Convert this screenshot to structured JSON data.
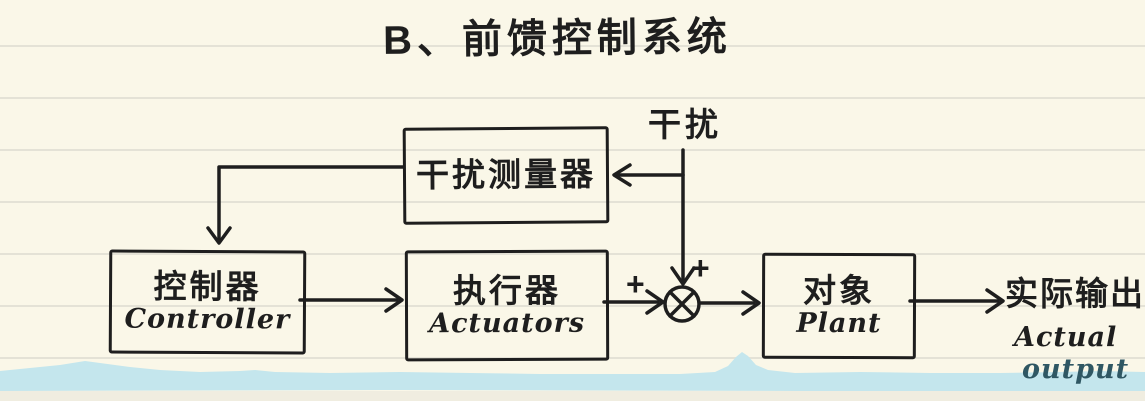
{
  "title": "B、前馈控制系统",
  "diagram": {
    "disturbance_label": "干扰",
    "blocks": {
      "measure": {
        "zh": "干扰测量器"
      },
      "controller": {
        "zh": "控制器",
        "en": "Controller"
      },
      "actuator": {
        "zh": "执行器",
        "en": "Actuators"
      },
      "plant": {
        "zh": "对象",
        "en": "Plant"
      }
    },
    "summing_junction": {
      "symbol": "multiply-circle-icon",
      "sign_left": "+",
      "sign_top": "+"
    },
    "output": {
      "zh": "实际输出",
      "en_line1": "Actual",
      "en_line2": "output"
    }
  },
  "colors": {
    "paper": "#faf7e8",
    "ruled_line": "#e4e2d6",
    "ink": "#1e1e1e",
    "wave": "#c4e6ed",
    "output_ink": "#2f5763",
    "bottom_strip": "#f0ede0"
  }
}
